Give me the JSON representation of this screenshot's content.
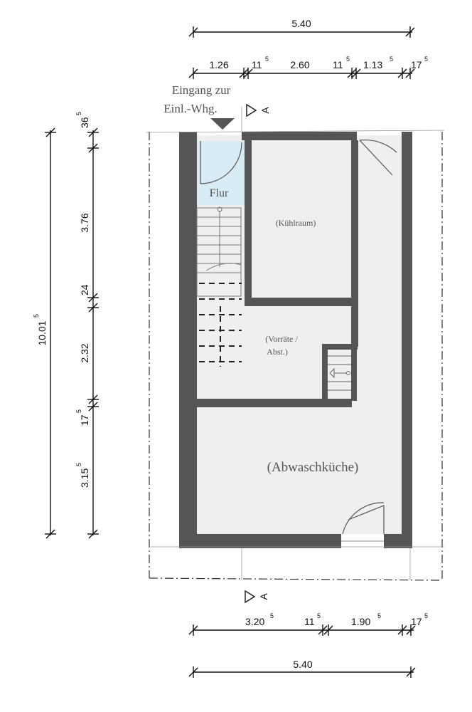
{
  "entrance": {
    "line1": "Eingang zur",
    "line2": "Einl.-Whg."
  },
  "section_marker": "A",
  "rooms": {
    "flur": "Flur",
    "kuehlraum": "(Kühlraum)",
    "vorraete_1": "(Vorräte /",
    "vorraete_2": "Abst.)",
    "abwaschkueche": "(Abwaschküche)"
  },
  "top_dims": {
    "overall": "5.40",
    "s1": "1.26",
    "s2": "11",
    "s2_sup": "5",
    "s3": "2.60",
    "s4": "11",
    "s4_sup": "5",
    "s5": "1.13",
    "s5_sup": "5",
    "s6": "17",
    "s6_sup": "5"
  },
  "bottom_dims": {
    "s1": "3.20",
    "s1_sup": "5",
    "s2": "11",
    "s2_sup": "5",
    "s3": "1.90",
    "s3_sup": "5",
    "s4": "17",
    "s4_sup": "5",
    "overall": "5.40"
  },
  "left_dims": {
    "overall": "10.01",
    "overall_sup": "5",
    "v1": "36",
    "v1_sup": "5",
    "v2": "3.76",
    "v3": "24",
    "v4": "2.32",
    "v5": "17",
    "v5_sup": "5",
    "v6": "3.15",
    "v6_sup": "5"
  },
  "colors": {
    "wall": "#555555",
    "floor": "#efefef",
    "flur": "#d8ecf6"
  }
}
